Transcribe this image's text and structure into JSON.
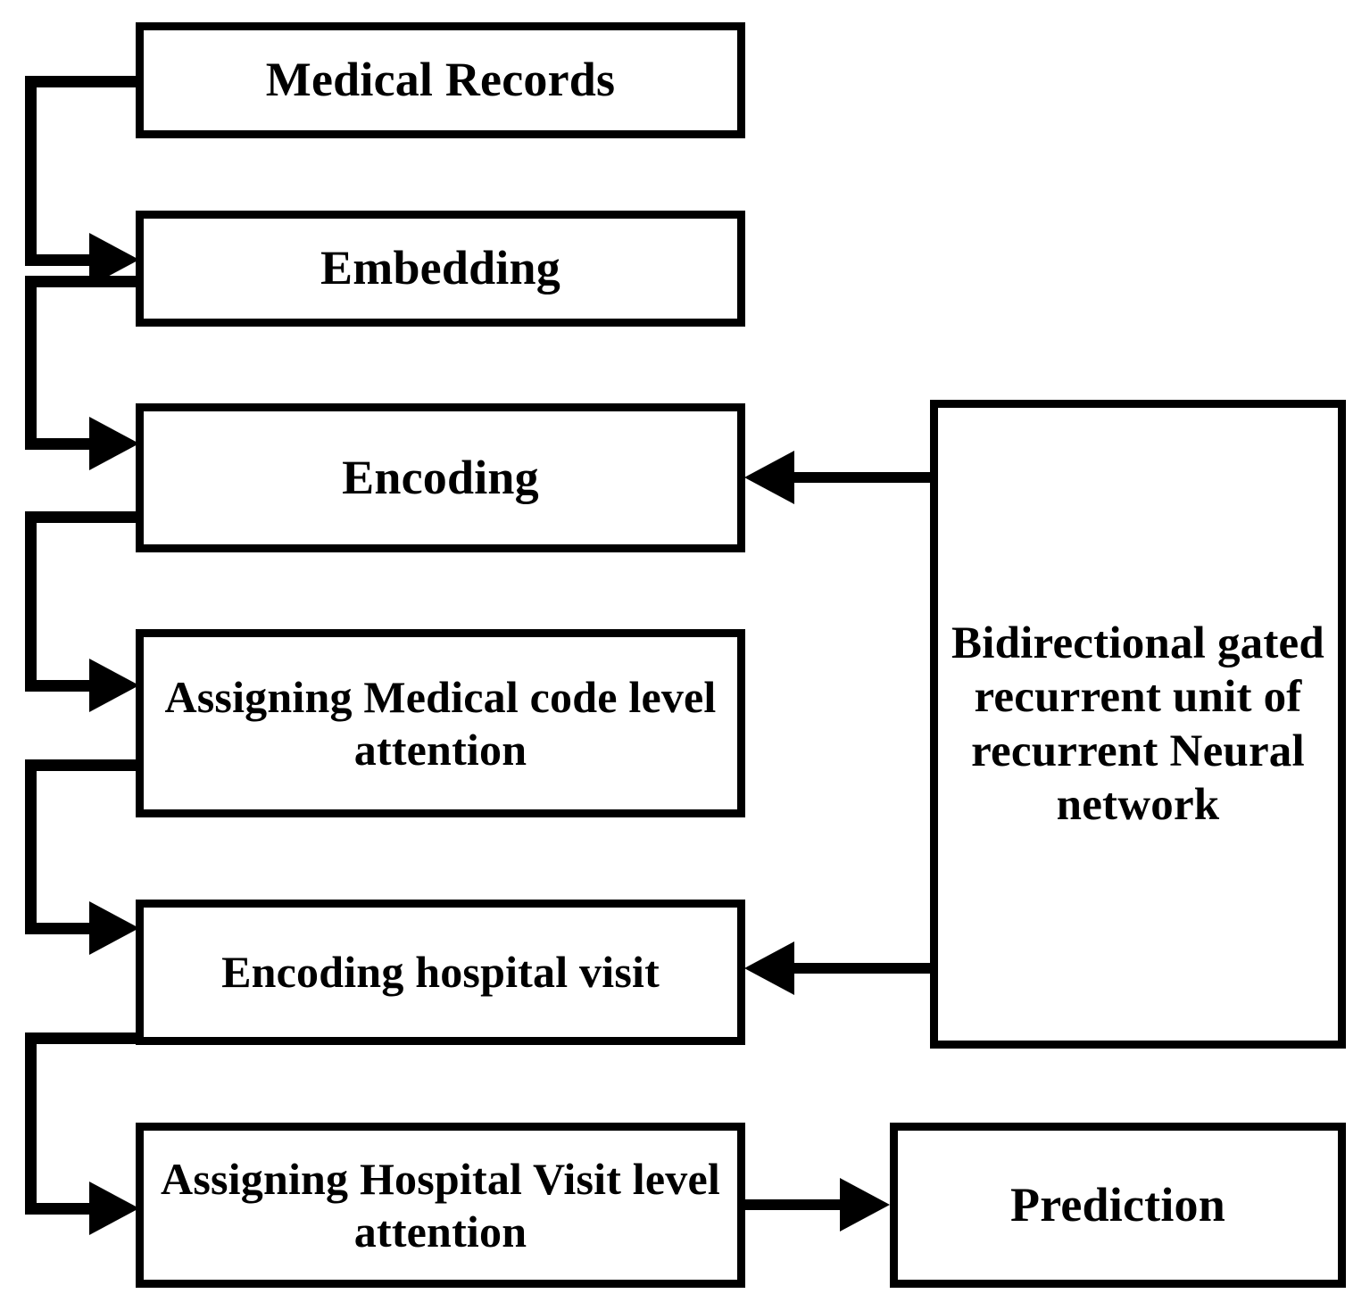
{
  "diagram": {
    "title": "Hierarchical attention model with bidirectional GRU",
    "background_color": "#ffffff",
    "line_color": "#000000",
    "nodes": {
      "medical_records": {
        "label": "Medical Records"
      },
      "embedding": {
        "label": "Embedding"
      },
      "encoding": {
        "label": "Encoding"
      },
      "code_attention": {
        "label": "Assigning Medical code level attention"
      },
      "encoding_visit": {
        "label": "Encoding hospital visit"
      },
      "visit_attention": {
        "label": "Assigning Hospital Visit level attention"
      },
      "gru": {
        "label": "Bidirectional gated recurrent unit of recurrent Neural network"
      },
      "prediction": {
        "label": "Prediction"
      }
    },
    "edges": [
      {
        "from": "medical_records",
        "to": "embedding",
        "style": "elbow-left",
        "arrow": "right"
      },
      {
        "from": "embedding",
        "to": "encoding",
        "style": "elbow-left",
        "arrow": "right"
      },
      {
        "from": "encoding",
        "to": "code_attention",
        "style": "elbow-left",
        "arrow": "right"
      },
      {
        "from": "code_attention",
        "to": "encoding_visit",
        "style": "elbow-left",
        "arrow": "right"
      },
      {
        "from": "encoding_visit",
        "to": "visit_attention",
        "style": "elbow-left",
        "arrow": "right"
      },
      {
        "from": "gru",
        "to": "encoding",
        "style": "straight",
        "arrow": "left"
      },
      {
        "from": "gru",
        "to": "encoding_visit",
        "style": "straight",
        "arrow": "left"
      },
      {
        "from": "visit_attention",
        "to": "prediction",
        "style": "straight",
        "arrow": "right"
      }
    ]
  }
}
